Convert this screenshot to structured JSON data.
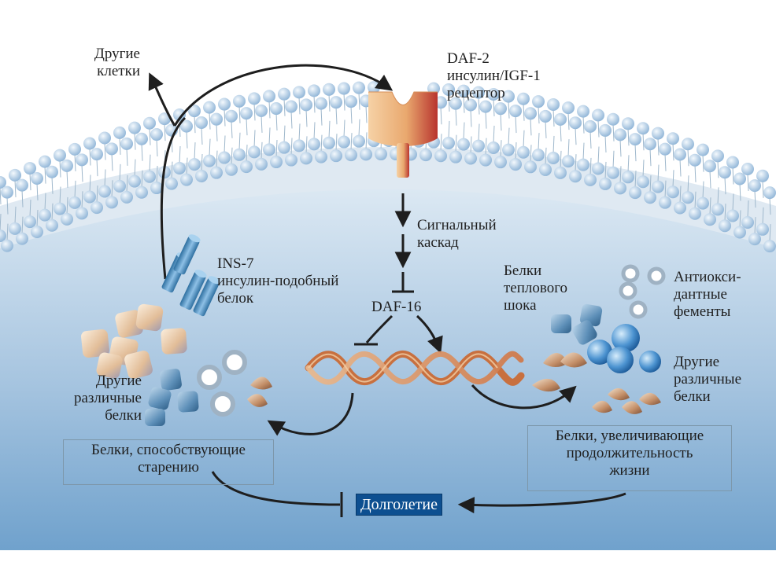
{
  "labels": {
    "other_cells": [
      "Другие",
      "клетки"
    ],
    "daf2": [
      "DAF-2",
      "инсулин/IGF-1",
      "рецептор"
    ],
    "signal_cascade": [
      "Сигнальный",
      "каскад"
    ],
    "ins7": [
      "INS-7",
      "инсулин-подобный",
      "белок"
    ],
    "daf16": "DAF-16",
    "heat_shock": [
      "Белки",
      "теплового",
      "шока"
    ],
    "antioxidant": [
      "Антиокси-",
      "дантные",
      "фементы"
    ],
    "other_proteins_left": [
      "Другие",
      "различные",
      "белки"
    ],
    "other_proteins_right": [
      "Другие",
      "различные",
      "белки"
    ],
    "aging_box": [
      "Белки, способствующие",
      "старению"
    ],
    "lifespan_box": [
      "Белки, увеличивающие",
      "продолжительность",
      "жизни"
    ],
    "longevity": "Долголетие"
  },
  "colors": {
    "cytoplasm_top": "#dfeaf3",
    "cytoplasm_bottom": "#6fa0cb",
    "lipid_head": "#a9c8e4",
    "receptor": "#e9b27c",
    "longevity_bg": "#0d4f90"
  }
}
